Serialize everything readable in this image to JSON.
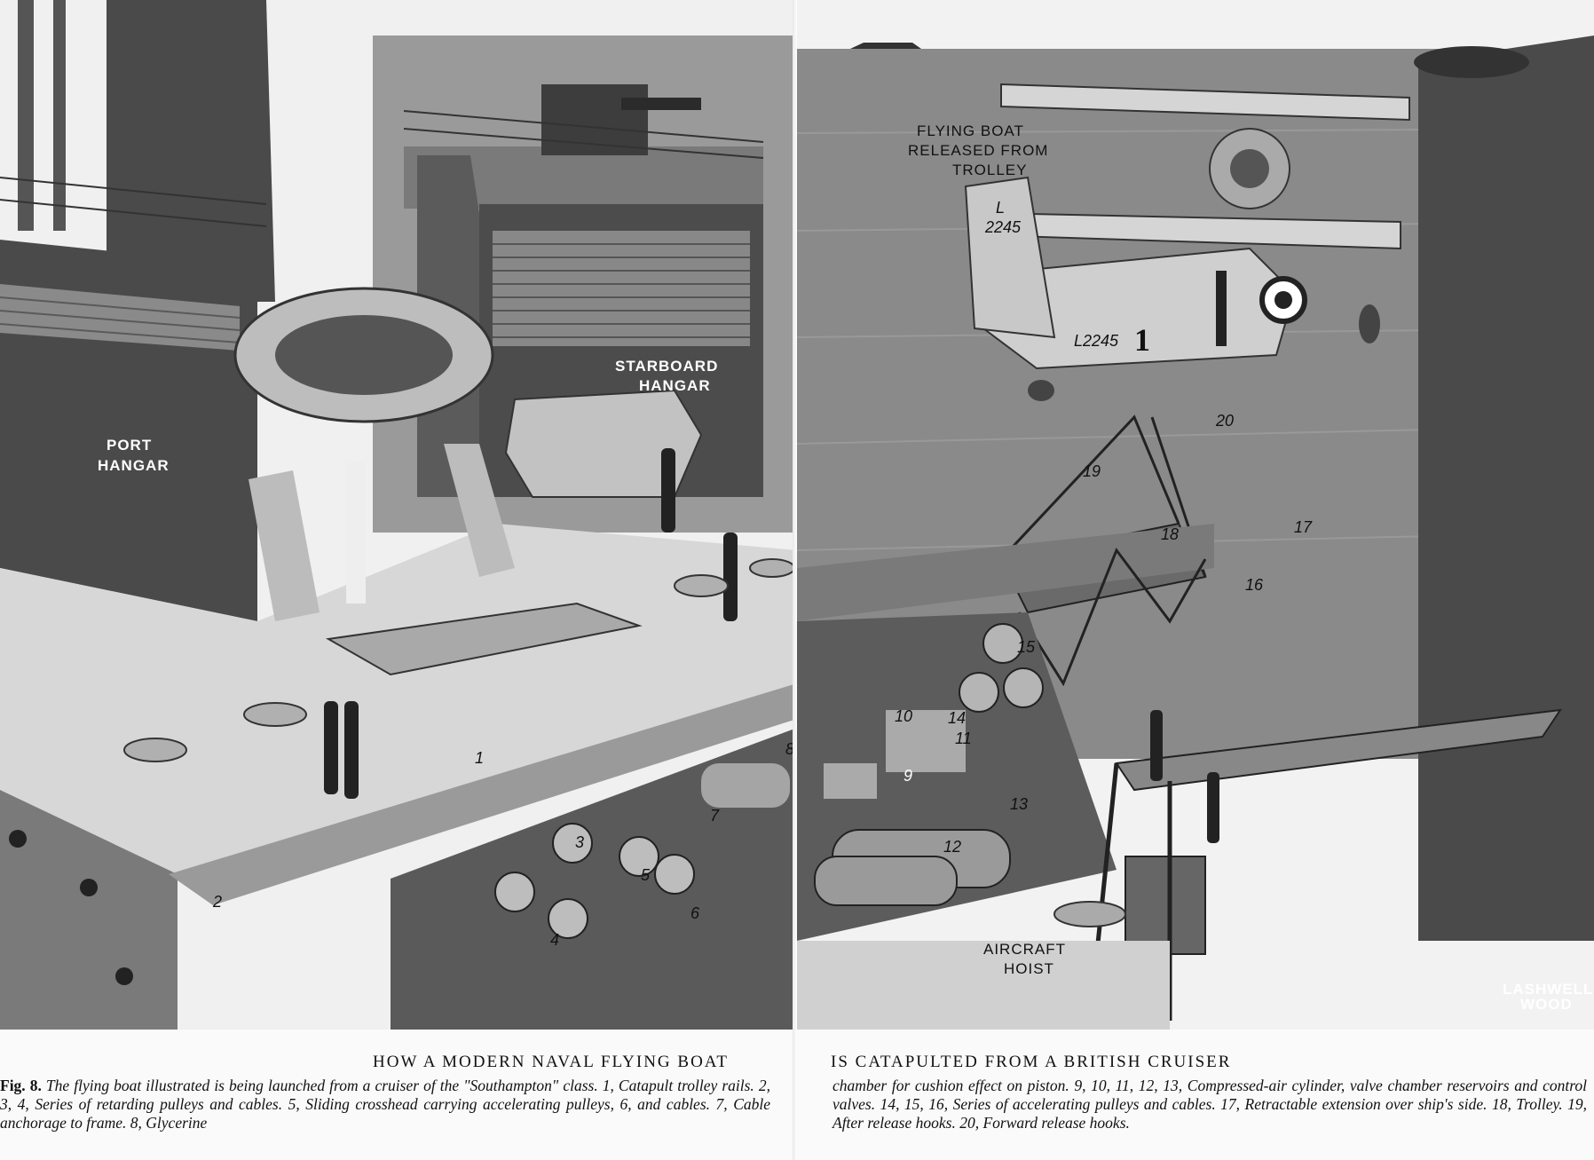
{
  "labels": {
    "port_hangar": [
      "PORT",
      "HANGAR"
    ],
    "starboard_hangar": [
      "STARBOARD",
      "HANGAR"
    ],
    "flying_boat": [
      "FLYING BOAT",
      "RELEASED FROM",
      "TROLLEY"
    ],
    "aircraft_hoist": [
      "AIRCRAFT",
      "HOIST"
    ],
    "serial_tail": [
      "L",
      "2245"
    ],
    "fuselage_code": "L2245",
    "fuselage_number": "1",
    "signature": [
      "LASHWELL",
      "WOOD"
    ]
  },
  "numbers": [
    "1",
    "2",
    "3",
    "4",
    "5",
    "6",
    "7",
    "8",
    "9",
    "10",
    "11",
    "12",
    "13",
    "14",
    "15",
    "16",
    "17",
    "18",
    "19",
    "20"
  ],
  "heading": {
    "left": "HOW A MODERN NAVAL FLYING BOAT",
    "right": "IS CATAPULTED FROM A BRITISH CRUISER"
  },
  "caption": {
    "fig": "Fig. 8.",
    "left_text": "The flying boat illustrated is being launched from a cruiser of the \"Southampton\" class. 1, Catapult trolley rails. 2, 3, 4, Series of retarding pulleys and cables. 5, Sliding crosshead carrying accelerating pulleys, 6, and cables. 7, Cable anchorage to frame. 8, Glycerine",
    "right_text": "chamber for cushion effect on piston. 9, 10, 11, 12, 13, Compressed-air cylinder, valve chamber reservoirs and control valves. 14, 15, 16, Series of accelerating pulleys and cables. 17, Retractable extension over ship's side. 18, Trolley. 19, After release hooks. 20, Forward release hooks."
  },
  "colors": {
    "sea": "#8c8c8c",
    "deck": "#d9d9d9",
    "hull": "#6f6f6f",
    "dark": "#3a3a3a",
    "sky": "#f2f2f2"
  }
}
